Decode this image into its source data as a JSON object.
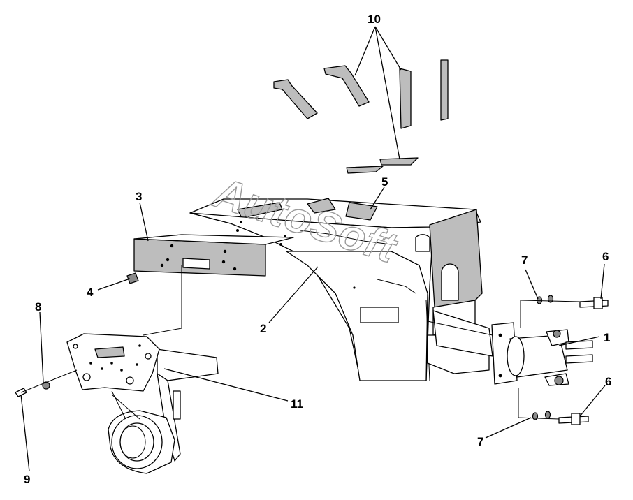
{
  "watermark": "AutoSoft",
  "callouts": [
    {
      "id": "1",
      "label": "1"
    },
    {
      "id": "2",
      "label": "2"
    },
    {
      "id": "3",
      "label": "3"
    },
    {
      "id": "4",
      "label": "4"
    },
    {
      "id": "5",
      "label": "5"
    },
    {
      "id": "6a",
      "label": "6"
    },
    {
      "id": "6b",
      "label": "6"
    },
    {
      "id": "7a",
      "label": "7"
    },
    {
      "id": "7b",
      "label": "7"
    },
    {
      "id": "8",
      "label": "8"
    },
    {
      "id": "9",
      "label": "9"
    },
    {
      "id": "10",
      "label": "10"
    },
    {
      "id": "11",
      "label": "11"
    }
  ],
  "colors": {
    "line": "#000000",
    "shade": "#bdbdbd",
    "watermark": "#9a9a9a",
    "background": "#ffffff"
  }
}
